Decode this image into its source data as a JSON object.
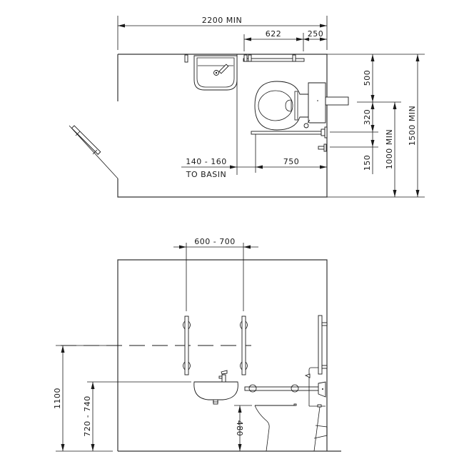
{
  "plan_view": {
    "dimensions": {
      "overall_width": "2200 MIN",
      "grab_rail_offset": "622",
      "wall_to_rail": "250",
      "toilet_centerline_from_wall": "500",
      "cistern_to_rail": "320",
      "rail_gap": "150",
      "depth_min": "1000 MIN",
      "room_depth_min": "1500 MIN",
      "basin_gap": "140 - 160",
      "basin_gap_note": "TO BASIN",
      "toilet_to_wall": "750"
    },
    "fixtures": [
      "basin",
      "toilet-pan",
      "cistern",
      "horizontal-grab-rail",
      "drop-down-rail",
      "door-grab-rail",
      "toilet-roll-holder"
    ]
  },
  "elevation_view": {
    "dimensions": {
      "vertical_rail_spacing": "600 - 700",
      "rail_height": "1100",
      "basin_height": "720 - 740",
      "seat_height": "480"
    },
    "fixtures": [
      "vertical-grab-rail-left",
      "vertical-grab-rail-right",
      "basin",
      "tap",
      "drop-down-rail",
      "toilet-pan",
      "wall-grab-rail"
    ]
  }
}
